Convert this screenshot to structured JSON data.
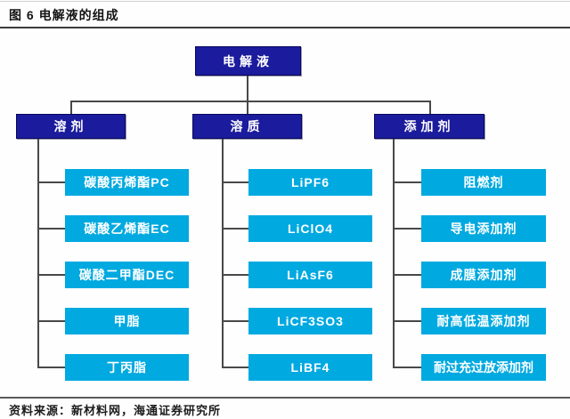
{
  "header": {
    "title": "图 6 电解液的组成"
  },
  "tree": {
    "root": "电解液",
    "columns": [
      {
        "label": "溶剂",
        "leaves": [
          "碳酸丙烯酯PC",
          "碳酸乙烯酯EC",
          "碳酸二甲酯DEC",
          "甲脂",
          "丁丙脂"
        ]
      },
      {
        "label": "溶质",
        "leaves": [
          "LiPF6",
          "LiClO4",
          "LiAsF6",
          "LiCF3SO3",
          "LiBF4"
        ]
      },
      {
        "label": "添加剂",
        "leaves": [
          "阻燃剂",
          "导电添加剂",
          "成膜添加剂",
          "耐高低温添加剂",
          "耐过充过放添加剂"
        ]
      }
    ]
  },
  "footer": {
    "source": "资料来源：新材料网，海通证券研究所"
  },
  "colors": {
    "root_box": "#1b1b9d",
    "leaf_box": "#00a9e0",
    "connector": "#484848",
    "title_text": "#141414"
  }
}
